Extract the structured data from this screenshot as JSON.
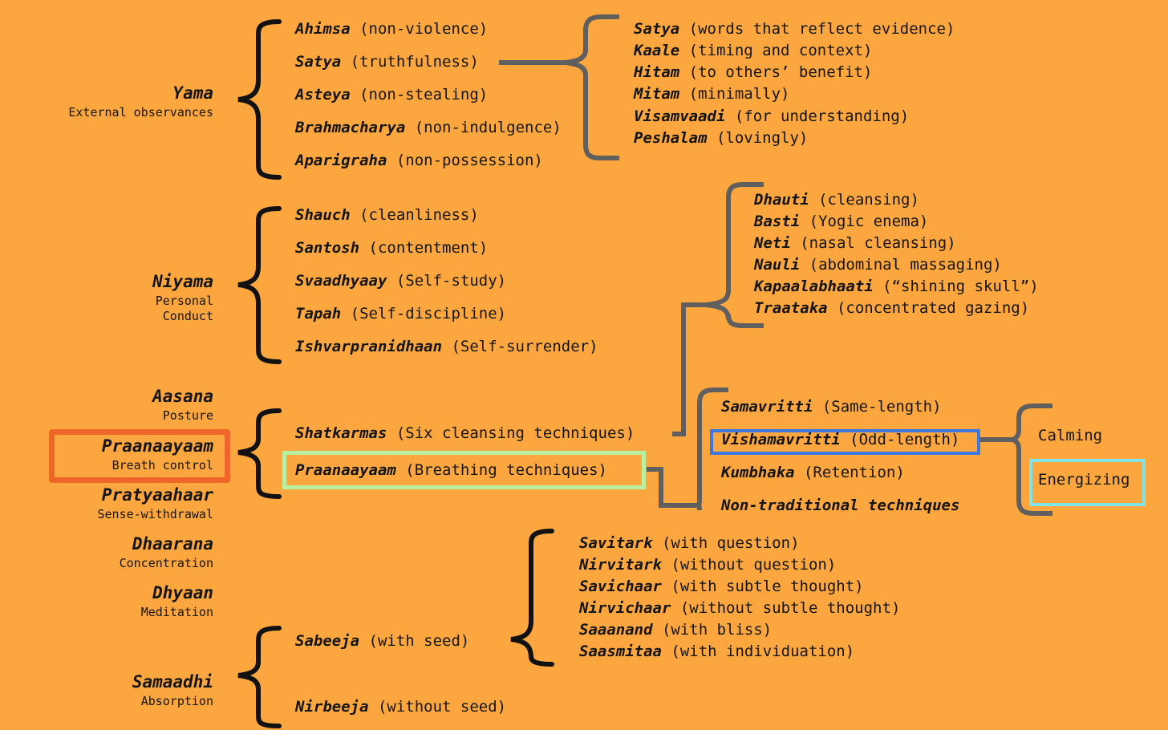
{
  "limbs": {
    "yama": {
      "name": "Yama",
      "desc": "External observances"
    },
    "niyama": {
      "name": "Niyama",
      "desc_line1": "Personal",
      "desc_line2": "Conduct"
    },
    "aasana": {
      "name": "Aasana",
      "desc": "Posture"
    },
    "praanaayaam": {
      "name": "Praanaayaam",
      "desc": "Breath control"
    },
    "pratyaahaar": {
      "name": "Pratyaahaar",
      "desc": "Sense-withdrawal"
    },
    "dhaarana": {
      "name": "Dhaarana",
      "desc": "Concentration"
    },
    "dhyaan": {
      "name": "Dhyaan",
      "desc": "Meditation"
    },
    "samaadhi": {
      "name": "Samaadhi",
      "desc": "Absorption"
    }
  },
  "yama_items": [
    {
      "term": "Ahimsa",
      "gloss": "(non-violence)"
    },
    {
      "term": "Satya",
      "gloss": "(truthfulness)"
    },
    {
      "term": "Asteya",
      "gloss": "(non-stealing)"
    },
    {
      "term": "Brahmacharya",
      "gloss": "(non-indulgence)"
    },
    {
      "term": "Aparigraha",
      "gloss": "(non-possession)"
    }
  ],
  "satya_items": [
    {
      "term": "Satya",
      "gloss": "(words that reflect evidence)"
    },
    {
      "term": "Kaale",
      "gloss": "(timing and context)"
    },
    {
      "term": "Hitam",
      "gloss": "(to others’ benefit)"
    },
    {
      "term": "Mitam",
      "gloss": "(minimally)"
    },
    {
      "term": "Visamvaadi",
      "gloss": "(for understanding)"
    },
    {
      "term": "Peshalam",
      "gloss": "(lovingly)"
    }
  ],
  "niyama_items": [
    {
      "term": "Shauch",
      "gloss": "(cleanliness)"
    },
    {
      "term": "Santosh",
      "gloss": "(contentment)"
    },
    {
      "term": "Svaadhyaay",
      "gloss": "(Self-study)"
    },
    {
      "term": "Tapah",
      "gloss": "(Self-discipline)"
    },
    {
      "term": "Ishvarpranidhaan",
      "gloss": "(Self-surrender)"
    }
  ],
  "pranayama_items": [
    {
      "term": "Shatkarmas",
      "gloss": "(Six cleansing techniques)"
    },
    {
      "term": "Praanaayaam",
      "gloss": "(Breathing techniques)"
    }
  ],
  "shatkarma_items": [
    {
      "term": "Dhauti",
      "gloss": "(cleansing)"
    },
    {
      "term": "Basti",
      "gloss": "(Yogic enema)"
    },
    {
      "term": "Neti",
      "gloss": "(nasal cleansing)"
    },
    {
      "term": "Nauli",
      "gloss": "(abdominal massaging)"
    },
    {
      "term": "Kapaalabhaati",
      "gloss": "(“shining skull”)"
    },
    {
      "term": "Traataka",
      "gloss": "(concentrated gazing)"
    }
  ],
  "breathing_items": [
    {
      "term": "Samavritti",
      "gloss": "(Same-length)"
    },
    {
      "term": "Vishamavritti",
      "gloss": "(Odd-length)"
    },
    {
      "term": "Kumbhaka",
      "gloss": "(Retention)"
    },
    {
      "term": "Non-traditional techniques",
      "gloss": ""
    }
  ],
  "vishama_items": [
    "Calming",
    "Energizing"
  ],
  "samaadhi_items": [
    {
      "term": "Sabeeja",
      "gloss": "(with seed)"
    },
    {
      "term": "Nirbeeja",
      "gloss": "(without seed)"
    }
  ],
  "sabeeja_items": [
    {
      "term": "Savitark",
      "gloss": "(with question)"
    },
    {
      "term": "Nirvitark",
      "gloss": "(without question)"
    },
    {
      "term": "Savichaar",
      "gloss": "(with subtle thought)"
    },
    {
      "term": "Nirvichaar",
      "gloss": "(without subtle thought)"
    },
    {
      "term": "Saaanand",
      "gloss": "(with bliss)"
    },
    {
      "term": "Saasmitaa",
      "gloss": "(with individuation)"
    }
  ],
  "colors": {
    "background": "#FBA63F",
    "text": "#141414",
    "brace_black": "#111111",
    "brace_gray": "#5F5F5F",
    "highlight_orange": "#F0652A",
    "highlight_green": "#B8F0A0",
    "highlight_blue": "#3C78E0",
    "highlight_cyan": "#80E4E8"
  }
}
